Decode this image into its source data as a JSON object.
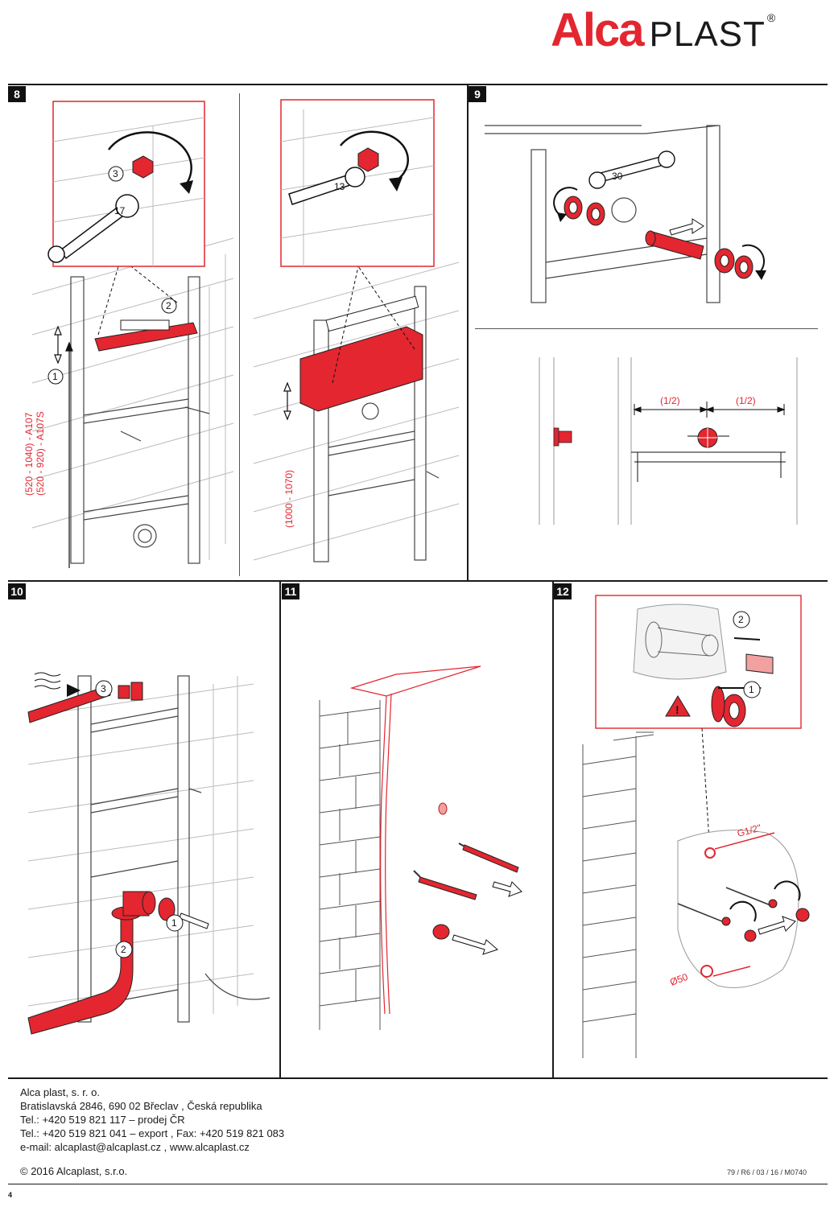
{
  "brand": {
    "name_red": "Alca",
    "name_black": "PLAST",
    "registered": "®"
  },
  "steps": {
    "s8": "8",
    "s9": "9",
    "s10": "10",
    "s11": "11",
    "s12": "12"
  },
  "step8": {
    "left": {
      "wrench_size": "17",
      "callout_3": "3",
      "callout_2": "2",
      "callout_1": "1",
      "dim_line1": "(520 - 1040) - A107",
      "dim_line2": "(520 - 920) - A107S"
    },
    "right": {
      "wrench_size": "13",
      "dim": "(1000 - 1070)"
    }
  },
  "step9": {
    "wrench_size": "30",
    "half_left": "(1/2)",
    "half_right": "(1/2)"
  },
  "step10": {
    "callout_1": "1",
    "callout_2": "2",
    "callout_3": "3"
  },
  "step12": {
    "callout_1": "1",
    "callout_2": "2",
    "thread_label": "G1/2\"",
    "diameter_label": "Ø50"
  },
  "footer": {
    "company": "Alca plast, s. r. o.",
    "address": "Bratislavská 2846, 690 02 Břeclav , Česká republika",
    "tel1": "Tel.: +420 519 821 117 – prodej ČR",
    "tel2": "Tel.: +420 519 821 041 – export , Fax: +420 519 821 083",
    "email": "e-mail: alcaplast@alcaplast.cz , www.alcaplast.cz",
    "copyright": "© 2016 Alcaplast, s.r.o.",
    "doc_code": "79 / R6 / 03 / 16 / M0740",
    "page": "4"
  },
  "colors": {
    "accent": "#e3262f",
    "line": "#1a1a1a",
    "sketch": "#9a9a9a"
  }
}
